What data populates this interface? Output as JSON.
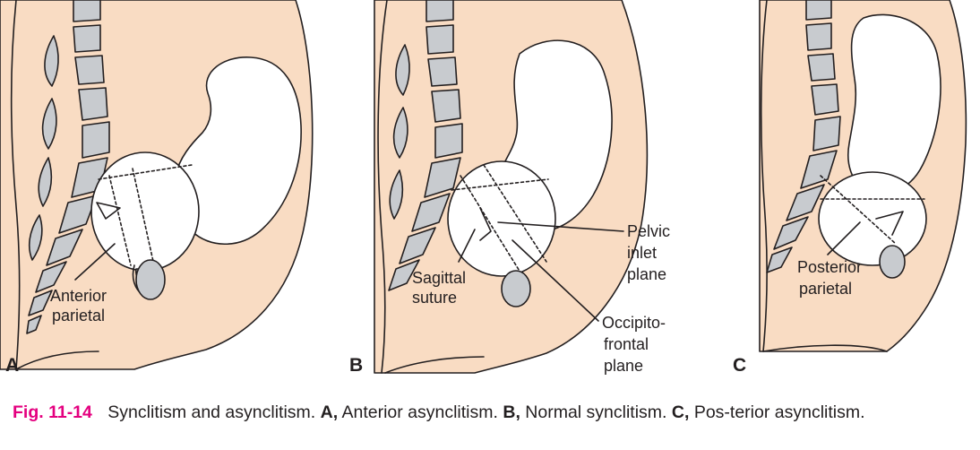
{
  "colors": {
    "skin": "#f9dcc3",
    "bone": "#c8cbcf",
    "outline": "#231f20",
    "caption_accent": "#e4007f"
  },
  "panels": [
    {
      "letter": "A",
      "labels": [
        "Anterior",
        "parietal"
      ]
    },
    {
      "letter": "B",
      "labels": [
        "Sagittal",
        "suture",
        "Pelvic",
        "inlet",
        "plane",
        "Occipito-",
        "frontal",
        "plane"
      ]
    },
    {
      "letter": "C",
      "labels": [
        "Posterior",
        "parietal"
      ]
    }
  ],
  "caption": {
    "fig_number": "Fig. 11-14",
    "title": "Synclitism and asynclitism.",
    "a_letter": "A,",
    "a_text": "Anterior asynclitism.",
    "b_letter": "B,",
    "b_text": "Normal synclitism.",
    "c_letter": "C,",
    "c_text": "Pos-terior asynclitism."
  }
}
